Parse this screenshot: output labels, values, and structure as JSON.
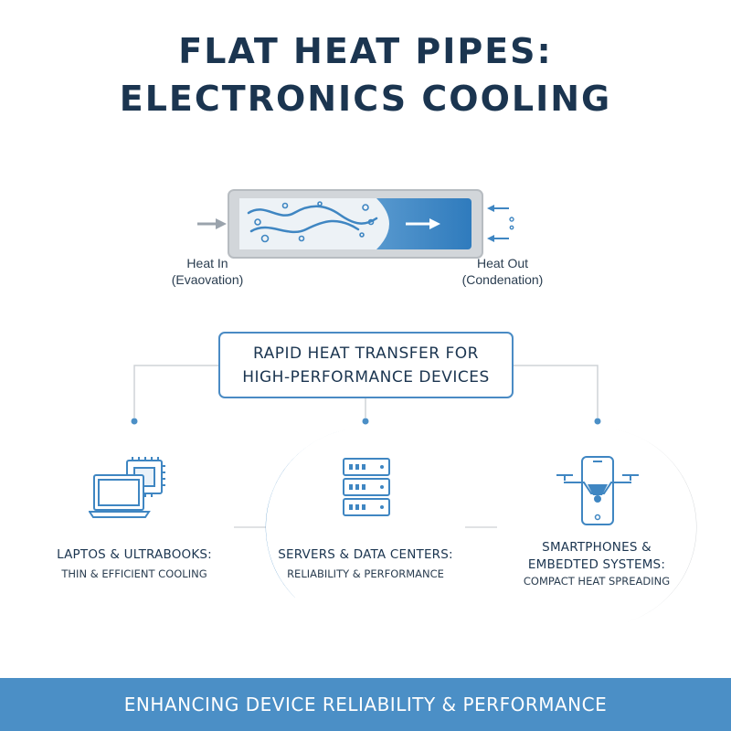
{
  "title": {
    "line1": "FLAT HEAT PIPES:",
    "line2": "ELECTRONICS COOLING"
  },
  "pipe": {
    "heat_in_label": "Heat In",
    "heat_in_sub": "(Evaovation)",
    "heat_out_label": "Heat Out",
    "heat_out_sub": "(Condenation)"
  },
  "banner": {
    "line1": "RAPID HEAT TRANSFER FOR",
    "line2": "HIGH-PERFORMANCE DEVICES"
  },
  "devices": [
    {
      "icon": "laptop-chip-icon",
      "title": "LAPTOS & ULTRABOOKS:",
      "subtitle": "THIN & EFFICIENT COOLING"
    },
    {
      "icon": "server-rack-icon",
      "title": "SERVERS & DATA CENTERS:",
      "subtitle": "RELIABILITY & PERFORMANCE"
    },
    {
      "icon": "drone-phone-icon",
      "title_line1": "SMARTPHONES &",
      "title_line2": "EMBEDTED SYSTEMS:",
      "subtitle": "COMPACT HEAT SPREADING"
    }
  ],
  "footer": "ENHANCING DEVICE RELIABILITY & PERFORMANCE",
  "colors": {
    "navy": "#1b3550",
    "accent_blue": "#4b8fc6",
    "light_grey": "#d5d8db",
    "pipe_fill": "#3f86c2"
  }
}
